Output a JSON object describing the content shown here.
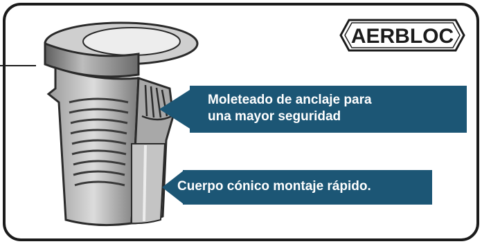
{
  "logo": {
    "text": "AERBLOC"
  },
  "callouts": [
    {
      "line1": "Moleteado de anclaje para",
      "line2": "una mayor seguridad"
    },
    {
      "text": "Cuerpo cónico montaje rápido."
    }
  ],
  "colors": {
    "callout_bg": "#1c5675",
    "frame": "#1b1b1b",
    "part_metal": "#8c8c8c"
  },
  "figure": {
    "subject": "cutaway-threaded-insert"
  }
}
